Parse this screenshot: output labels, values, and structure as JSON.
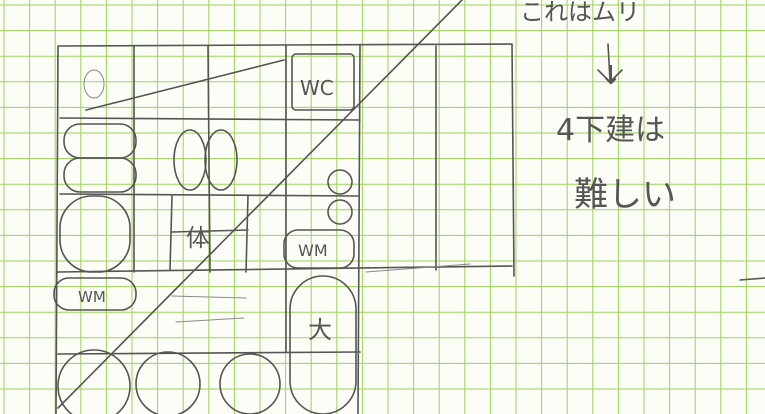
{
  "colors": {
    "paper": "#fbfdf6",
    "grid_line": "#9bd35a",
    "pencil": "#555555",
    "pencil_light": "#8a8a8a"
  },
  "sketch": {
    "cell_labels": [
      "WC",
      "WM",
      "WM",
      "体",
      "大"
    ],
    "annotation_lines": [
      "これはムリ",
      "↓",
      "4下建は",
      "難しい"
    ]
  }
}
